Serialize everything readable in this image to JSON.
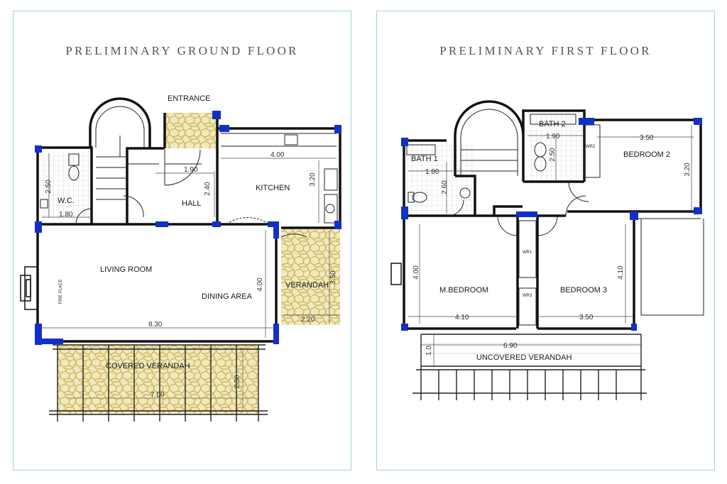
{
  "colors": {
    "wall": "#111111",
    "column": "#1230c8",
    "paving": "#f1e8bf",
    "paving_stroke": "#c9b24c",
    "frame": "#9fd3d6",
    "title": "#555555",
    "tile": "#bdbdbd"
  },
  "ground_floor": {
    "title": "PRELIMINARY GROUND FLOOR",
    "rooms": {
      "entrance": "ENTRANCE",
      "wc": "W.C.",
      "hall": "HALL",
      "kitchen": "KITCHEN",
      "living_room": "LIVING ROOM",
      "dining_area": "DINING AREA",
      "verandah": "VERANDAH",
      "covered_verandah": "COVERED VERANDAH",
      "fire_place": "FIRE PLACE"
    },
    "dimensions": {
      "wc_height": "2.50",
      "wc_width": "1.80",
      "hall_width": "1.90",
      "hall_height": "2.40",
      "kitchen_width": "4.00",
      "kitchen_height": "3.20",
      "living_height": "4.00",
      "living_width": "8.30",
      "verandah_height": "3.50",
      "verandah_width": "2.20",
      "covered_width": "7.00",
      "covered_height": "2.50"
    }
  },
  "first_floor": {
    "title": "PRELIMINARY FIRST FLOOR",
    "rooms": {
      "bath1": "BATH 1",
      "bath2": "BATH 2",
      "bedroom2": "BEDROOM 2",
      "master_bedroom": "M.BEDROOM",
      "bedroom3": "BEDROOM 3",
      "uncovered_verandah": "UNCOVERED VERANDAH",
      "wr1": "WR1",
      "wr2": "WR2",
      "wr3": "WR3"
    },
    "dimensions": {
      "bath1_width": "1.80",
      "bath1_height": "2.60",
      "bath2_width": "1.90",
      "bath2_height": "2.50",
      "bedroom2_width": "3.50",
      "bedroom2_height": "3.20",
      "master_height": "4.00",
      "master_width": "4.10",
      "bedroom3_height": "4.10",
      "bedroom3_width": "3.50",
      "verandah_width": "6.90",
      "verandah_height": "1.0"
    }
  }
}
